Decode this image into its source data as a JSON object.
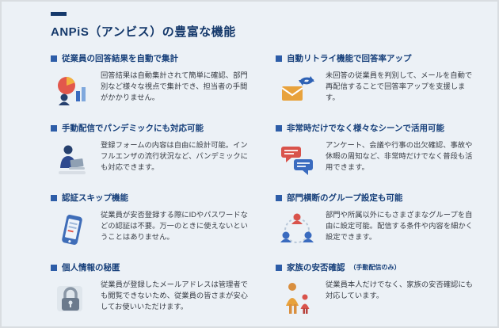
{
  "page": {
    "title": "ANPiS（アンビス）の豊富な機能"
  },
  "colors": {
    "title_navy": "#15396b",
    "bullet_blue": "#2d5da8",
    "background": "#ecf1f6",
    "body_text": "#373c44"
  },
  "features": {
    "left": [
      {
        "heading": "従業員の回答結果を自動で集計",
        "body": "回答結果は自動集計されて簡単に確認、部門別など様々な視点で集計でき、担当者の手間がかかりません。",
        "icon": "pie-chart-person-icon"
      },
      {
        "heading": "手動配信でパンデミックにも対応可能",
        "body": "登録フォームの内容は自由に設計可能。インフルエンザの流行状況など、パンデミックにも対応できます。",
        "icon": "person-laptop-icon"
      },
      {
        "heading": "認証スキップ機能",
        "body": "従業員が安否登録する際にIDやパスワードなどの認証は不要。万一のときに使えないということはありません。",
        "icon": "smartphone-icon"
      },
      {
        "heading": "個人情報の秘匿",
        "body": "従業員が登録したメールアドレスは管理者でも閲覧できないため、従業員の皆さまが安心してお使いいただけます。",
        "icon": "lock-icon"
      }
    ],
    "right": [
      {
        "heading": "自動リトライ機能で回答率アップ",
        "body": "未回答の従業員を判別して、メールを自動で再配信することで回答率アップを支援します。",
        "icon": "mail-retry-icon"
      },
      {
        "heading": "非常時だけでなく様々なシーンで活用可能",
        "body": "アンケート、会議や行事の出欠確認、事故や休暇の周知など、非常時だけでなく普段も活用できます。",
        "icon": "chat-bubbles-icon"
      },
      {
        "heading": "部門横断のグループ設定も可能",
        "body": "部門や所属以外にもさまざまなグループを自由に設定可能。配信する条件や内容を細かく設定できます。",
        "icon": "group-network-icon"
      },
      {
        "heading": "家族の安否確認",
        "note": "（手動配信のみ）",
        "body": "従業員本人だけでなく、家族の安否確認にも対応しています。",
        "icon": "family-icon"
      }
    ]
  }
}
